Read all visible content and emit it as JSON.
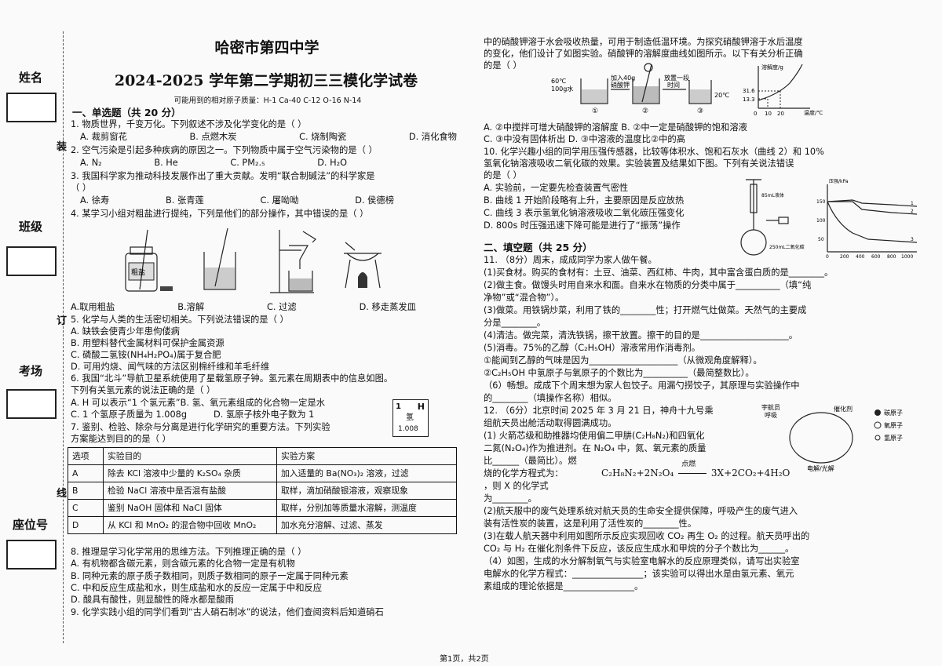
{
  "margin": {
    "name_label": "姓名",
    "class_label": "班级",
    "exam_room_label": "考场",
    "seat_label": "座位号",
    "seal_1": "装",
    "seal_2": "订",
    "seal_3": "线"
  },
  "header": {
    "school": "哈密市第四中学",
    "title": "2024-2025 学年第二学期初三三模化学试卷",
    "atomic_masses": "可能用到的相对原子质量：H-1  Ca-40  C-12  O-16  N-14"
  },
  "section1": {
    "heading": "一、单选题（共 20 分）",
    "q1": "1. 物质世界，千变万化。下列叙述不涉及化学变化的是（      ）",
    "q1_opts": [
      "A. 裁剪窗花",
      "B. 点燃木炭",
      "C. 烧制陶瓷",
      "D. 消化食物"
    ],
    "q2": "2. 空气污染是引起多种疾病的原因之一。下列物质中属于空气污染物的是（      ）",
    "q2_opts": [
      "A. N₂",
      "B. He",
      "C. PM₂.₅",
      "D. H₂O"
    ],
    "q3": "3. 我国科学家为推动科技发展作出了重大贡献。发明“联合制碱法”的科学家是",
    "q3_b": "（      ）",
    "q3_opts": [
      "A. 徐寿",
      "B. 张青莲",
      "C. 屠呦呦",
      "D. 侯德榜"
    ],
    "q4": "4. 某学习小组对粗盐进行提纯，下列是他们的部分操作，其中错误的是（      ）",
    "q4_opts": [
      "A.取用粗盐",
      "B.溶解",
      "C. 过滤",
      "D. 移走蒸发皿"
    ],
    "q4_jar": "粗盐",
    "q5": "5. 化学与人类的生活密切相关。下列说法错误的是（      ）",
    "q5_a": "A. 缺铁会使青少年患佝偻病",
    "q5_b": "B. 用塑料替代金属材料可保护金属资源",
    "q5_c": "C. 磷酸二氢铵(NH₄H₂PO₄)属于复合肥",
    "q5_d": "D. 可用灼烧、闻气味的方法区别棉纤维和羊毛纤维",
    "q6": "6. 我国“北斗”导航卫星系统使用了星载氢原子钟。氢元素在周期表中的信息如图。",
    "q6_b": "下列有关氢元素的说法正确的是（      ）",
    "q6_ab": "A. H 可以表示“1 个氢元素”B. 氢、氧元素组成的化合物一定是水",
    "q6_c": "C. 1 个氢原子质量为 1.008g",
    "q6_d": "D. 氢原子核外电子数为 1",
    "h_num": "1",
    "h_sym": "H",
    "h_name": "氢",
    "h_mass": "1.008",
    "q7": "7. 鉴别、检验、除杂与分离是进行化学研究的重要方法。下列实验",
    "q7_b": "方案能达到目的的是（      ）",
    "table_head": [
      "选项",
      "实验目的",
      "实验方案"
    ],
    "table_rows": [
      [
        "A",
        "除去 KCl 溶液中少量的 K₂SO₄ 杂质",
        "加入适量的 Ba(NO₃)₂ 溶液，过滤"
      ],
      [
        "B",
        "检验 NaCl 溶液中是否混有盐酸",
        "取样，滴加硝酸银溶液，观察现象"
      ],
      [
        "C",
        "鉴别 NaOH 固体和 NaCl 固体",
        "取样，分别加等质量水溶解，测温度"
      ],
      [
        "D",
        "从 KCl 和 MnO₂ 的混合物中回收 MnO₂",
        "加水充分溶解、过滤、蒸发"
      ]
    ],
    "q8": "8. 推理是学习化学常用的思维方法。下列推理正确的是（      ）",
    "q8_a": "A. 有机物都含碳元素，则含碳元素的化合物一定是有机物",
    "q8_b": "B. 同种元素的原子质子数相同，则质子数相同的原子一定属于同种元素",
    "q8_c": "C. 中和反应生成盐和水，则生成盐和水的反应一定属于中和反应",
    "q8_d": "D. 酸具有酸性，则显酸性的降水都是酸雨",
    "q9": "9. 化学实践小组的同学们看到“古人硝石制冰”的说法，他们查阅资料后知道硝石"
  },
  "right": {
    "q9_c1": "中的硝酸钾溶于水会吸收热量，可用于制造低温环境。为探究硝酸钾溶于水后温度",
    "q9_c2": "的变化，他们设计了如图实验。硝酸钾的溶解度曲线如图所示。以下有关分析正确",
    "q9_c3": "的是（      ）",
    "fig9_l1": "60℃",
    "fig9_l2": "100g水",
    "fig9_step1": "加入40g",
    "fig9_step1b": "硝酸钾",
    "fig9_step2": "放置一段",
    "fig9_step2b": "时间",
    "fig9_temp": "20℃",
    "fig9_n1": "①",
    "fig9_n2": "②",
    "fig9_n3": "③",
    "fig9_y1": "31.6",
    "fig9_y2": "13.3",
    "fig9_ylabel": "溶解度/g",
    "fig9_xlabel": "温度/℃",
    "fig9_o": "0",
    "fig9_x1": "10",
    "fig9_x2": "20",
    "q9_ab": "A. ②中搅拌可增大硝酸钾的溶解度      B. ②中一定是硝酸钾的饱和溶液",
    "q9_cd": "C. ③中没有固体析出                  D. ③中溶液的温度比②中的高",
    "q10": "10. 化学兴趣小组的同学用压强传感器，比较等体积水、饱和石灰水（曲线 2）和 10%",
    "q10_b": "氢氧化钠溶液吸收二氧化碳的效果。实验装置及结果如下图。下列有关说法错误",
    "q10_c": "的是（      ）",
    "q10_a": "A. 实验前，一定要先检查装置气密性",
    "q10_bb": "B. 曲线 1 开始阶段略有上升，主要原因是反应放热",
    "q10_cc": "C. 曲线 3 表示氢氧化钠溶液吸收二氧化碳压强变化",
    "q10_d": "D. 800s 时压强迅速下降可能是进行了“振荡”操作",
    "fig10_ylabel": "压强/kPa",
    "fig10_y1": "150",
    "fig10_y2": "100",
    "fig10_y3": "50",
    "fig10_x": [
      "0",
      "200",
      "400",
      "600",
      "800",
      "1000"
    ],
    "fig10_c1": "1",
    "fig10_c2": "2",
    "fig10_c3": "3",
    "fig10_lq": "85mL液体",
    "fig10_gas": "250mL二氧化碳",
    "sec2_heading": "二、填空题（共 25 分）",
    "q11": "11. （8分）周末，成成同学为家人做午餐。",
    "q11_1": "(1)买食材。购买的食材有：土豆、油菜、西红柿、牛肉，其中富含蛋白质的是________。",
    "q11_2": "(2)做主食。做馒头时用自来水和面。自来水在物质的分类中属于__________（填“纯",
    "q11_2b": "净物”或“混合物”）。",
    "q11_3": "(3)做菜。用铁锅炒菜，利用了铁的________性；打开燃气灶做菜。天然气的主要成",
    "q11_3b": "分是________。",
    "q11_4": "(4)清洁。做完菜，清洗铁锅，擦干放置。擦干的目的是____________________。",
    "q11_5": "(5)消毒。75%的乙醇（C₂H₅OH）溶液常用作消毒剂。",
    "q11_5a": "①能闻到乙醇的气味是因为____________________（从微观角度解释）。",
    "q11_5b": "②C₂H₅OH 中氢原子与氧原子的个数比为__________（最简整数比）。",
    "q11_6": "（6）畅想。成成下个周末想为家人包饺子。用漏勺捞饺子，其原理与实验操作中",
    "q11_6b": "的________（填操作名称）相似。",
    "q12": "12. （6分）北京时间 2025 年 3 月 21 日，神舟十九号乘",
    "q12_b": "组航天员出舱活动取得圆满成功。",
    "q12_1": "(1) 火箭芯级和助推器均使用偏二甲肼(C₂H₈N₂)和四氧化",
    "q12_1b": "二氮(N₂O₄)作为推进剂。在 N₂O₄ 中，氮、氧元素的质量",
    "q12_1c": "比______（最简比）。燃",
    "q12_1d": "烧的化学方程式为：",
    "q12_eq_left": "C₂H₈N₂+2N₂O₄",
    "q12_eq_cond": "点燃",
    "q12_eq_right": "3X+2CO₂+4H₂O",
    "q12_1e": "，则 X 的化学式",
    "q12_1f": "为________。",
    "q12_2": "(2)航天服中的废气处理系统对航天员的生命安全提供保障，呼吸产生的废气进入",
    "q12_2b": "装有活性炭的装置，这是利用了活性炭的________性。",
    "q12_3": "(3)在载人航天器中利用如图所示反应实现回收 CO₂ 再生 O₂ 的过程。航天员呼出的",
    "q12_3b": "CO₂ 与 H₂ 在催化剂条件下反应，该反应生成水和甲烷的分子个数比为______。",
    "q12_4": "（4）如图，生成的水分解制氧气与实验室电解水的反应原理类似，请写出实验室",
    "q12_4b": "电解水的化学方程式：________________；该实验可以得出水是由氢元素、氧元",
    "q12_4c": "素组成的理论依据是________________。",
    "fig12_breath": "宇航员",
    "fig12_breath2": "呼吸",
    "fig12_cat": "催化剂",
    "fig12_elec": "电解/光解",
    "legend_c": "碳原子",
    "legend_o": "氧原子",
    "legend_h": "氢原子"
  },
  "footer": "第1页，共2页"
}
